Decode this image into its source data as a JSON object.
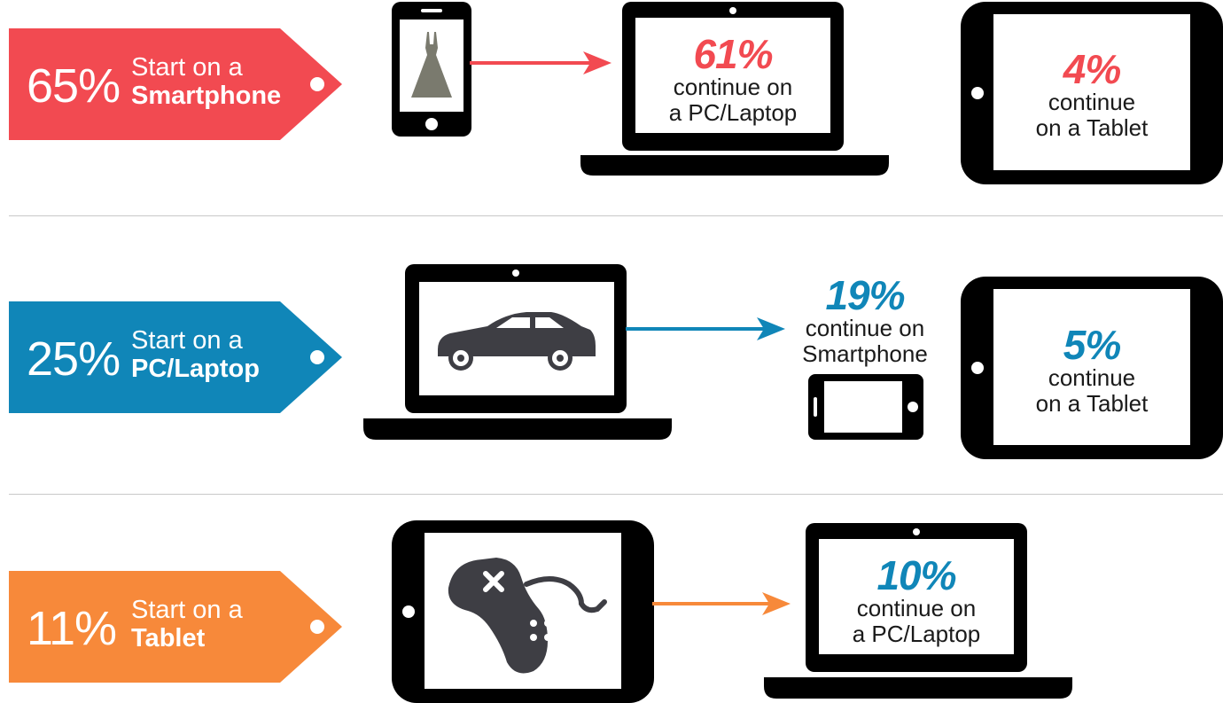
{
  "colors": {
    "red": "#f24a51",
    "blue": "#1086b8",
    "orange": "#f7893a",
    "device": "#000000"
  },
  "rows": [
    {
      "tag": {
        "percent": "65%",
        "line1": "Start on a",
        "line2": "Smartphone"
      },
      "start_icon": "dress-icon",
      "targets": [
        {
          "percent": "61%",
          "line1": "continue on",
          "line2": "a PC/Laptop"
        },
        {
          "percent": "4%",
          "line1": "continue",
          "line2": "on a Tablet"
        }
      ]
    },
    {
      "tag": {
        "percent": "25%",
        "line1": "Start on a",
        "line2": "PC/Laptop"
      },
      "start_icon": "car-icon",
      "targets": [
        {
          "percent": "19%",
          "line1": "continue on",
          "line2": "Smartphone"
        },
        {
          "percent": "5%",
          "line1": "continue",
          "line2": "on a Tablet"
        }
      ]
    },
    {
      "tag": {
        "percent": "11%",
        "line1": "Start on a",
        "line2": "Tablet"
      },
      "start_icon": "gamepad-icon",
      "targets": [
        {
          "percent": "10%",
          "line1": "continue on",
          "line2": "a PC/Laptop"
        }
      ]
    }
  ]
}
